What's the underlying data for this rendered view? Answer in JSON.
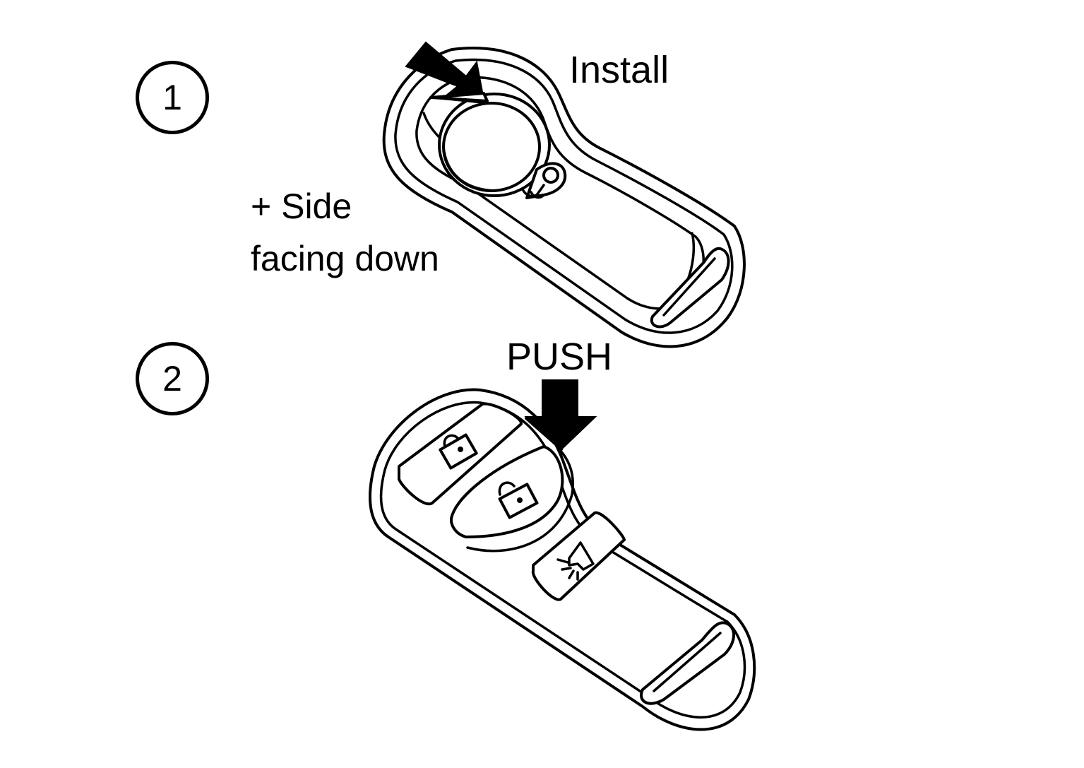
{
  "steps": [
    {
      "number": "1",
      "labels": {
        "install": "Install",
        "side_line1": "+ Side",
        "side_line2": "facing down"
      }
    },
    {
      "number": "2",
      "labels": {
        "push": "PUSH"
      }
    }
  ],
  "icons": {
    "step1": [
      "battery-icon",
      "arrow-icon"
    ],
    "step2": [
      "lock-icon",
      "unlock-icon",
      "panic-alarm-icon",
      "arrow-icon"
    ]
  },
  "colors": {
    "line": "#000000",
    "background": "#ffffff"
  }
}
